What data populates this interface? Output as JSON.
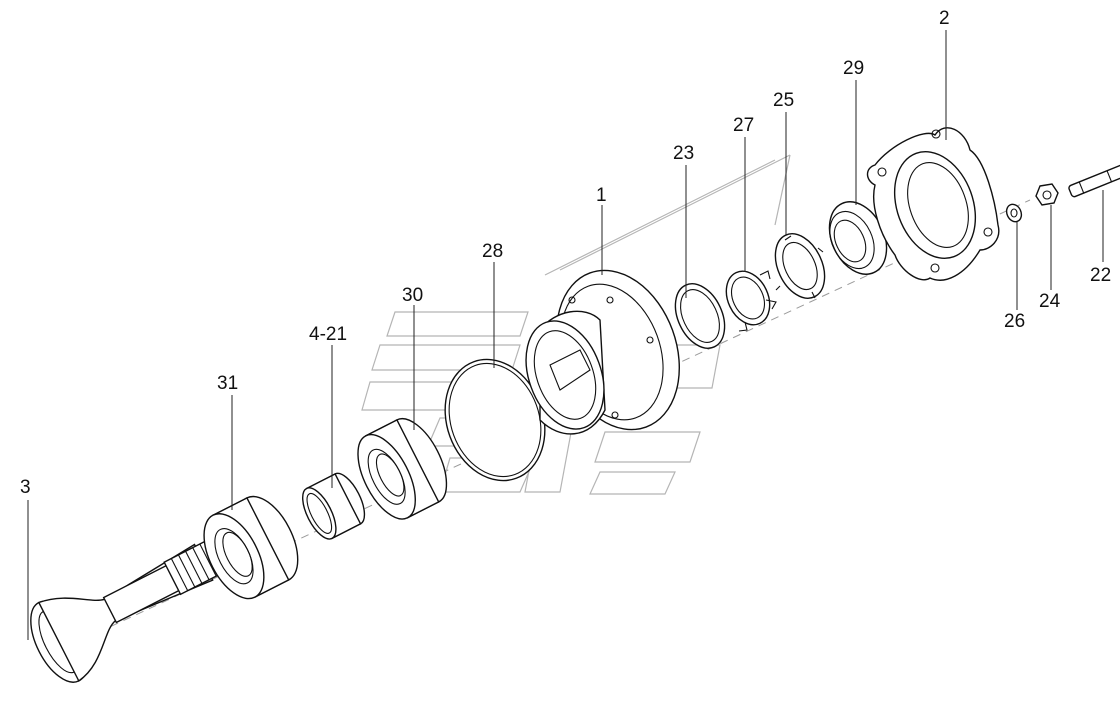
{
  "labels": {
    "l1": "1",
    "l2": "2",
    "l3": "3",
    "l4_21": "4-21",
    "l22": "22",
    "l23": "23",
    "l24": "24",
    "l25": "25",
    "l26": "26",
    "l27": "27",
    "l28": "28",
    "l29": "29",
    "l30": "30",
    "l31": "31"
  }
}
